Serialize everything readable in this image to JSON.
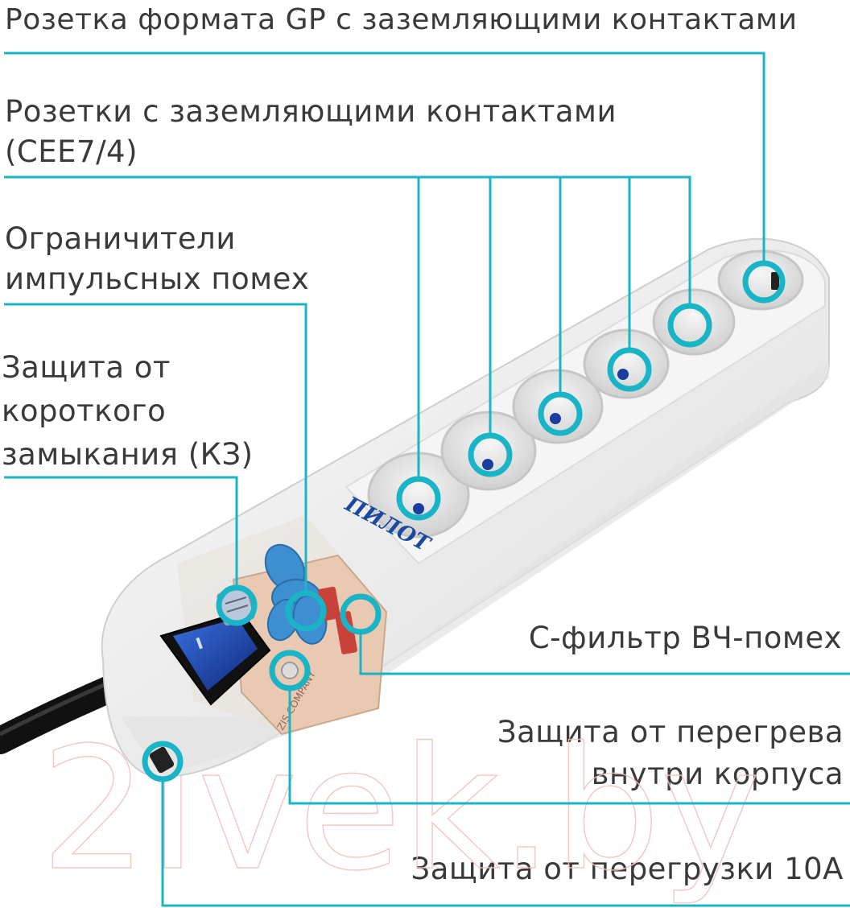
{
  "labels": {
    "gp_socket": "Розетка формата GP с заземляющими контактами",
    "cee_sockets": "Розетки с заземляющими контактами\n(CEE7/4)",
    "surge_limiters": "Ограничители\nимпульсных помех",
    "short_circuit": "Защита от\nкороткого\nзамыкания (КЗ)",
    "c_filter": "С-фильтр ВЧ-помех",
    "overheat": "Защита от перегрева\nвнутри корпуса",
    "overload": "Защита от перегрузки 10А"
  },
  "product": {
    "brand_mark": "ПИЛОТ",
    "pcb_mark": "ZIS COMPANY"
  },
  "watermark": "2Ivek.by",
  "colors": {
    "accent": "#19b5c6",
    "text": "#3a3a3a",
    "body": "#eeeeee",
    "socket_pin": "#1a3e9e",
    "surge_blue": "#3d8fd1",
    "switch_blue": "#2c5fd0"
  }
}
